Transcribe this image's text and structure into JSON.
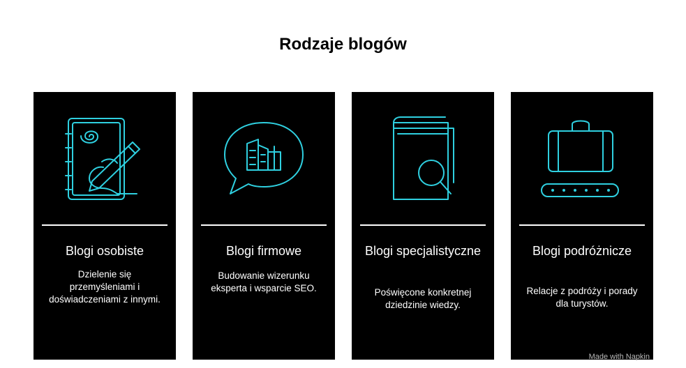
{
  "title": "Rodzaje blogów",
  "accent_color": "#2fd0e0",
  "cards": [
    {
      "icon": "notebook-pen-icon",
      "title": "Blogi osobiste",
      "description": "Dzielenie się przemyśleniami i doświadczeniami z innymi."
    },
    {
      "icon": "speech-bubble-buildings-icon",
      "title": "Blogi firmowe",
      "description": "Budowanie wizerunku eksperta i wsparcie SEO."
    },
    {
      "icon": "book-magnifier-icon",
      "title": "Blogi specjalistyczne",
      "description": "Poświęcone konkretnej dziedzinie wiedzy."
    },
    {
      "icon": "luggage-conveyor-icon",
      "title": "Blogi podróżnicze",
      "description": "Relacje z podróży i porady dla turystów."
    }
  ],
  "watermark": "Made with Napkin"
}
